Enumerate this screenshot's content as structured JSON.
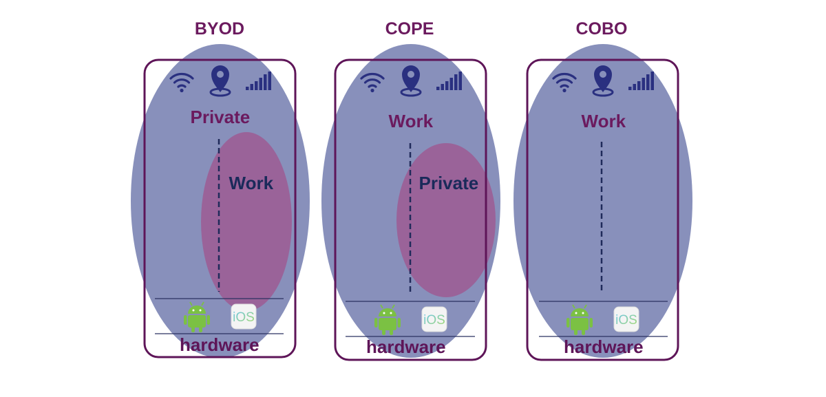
{
  "colors": {
    "outer_ellipse": "#8890bb",
    "inner_ellipse": "#9a6399",
    "frame": "#5e1558",
    "title": "#6b1a5e",
    "inner_label": "#1a2a5a",
    "icon": "#2a3080",
    "android": "#7bc143"
  },
  "panels": [
    {
      "title": "BYOD",
      "outer_label": "Private",
      "inner_label": "Work",
      "hardware_label": "hardware",
      "os_badge": "iOS",
      "icons": [
        "wifi-icon",
        "location-pin-icon",
        "signal-bars-icon",
        "android-icon",
        "ios-icon"
      ]
    },
    {
      "title": "COPE",
      "outer_label": "Work",
      "inner_label": "Private",
      "hardware_label": "hardware",
      "os_badge": "iOS",
      "icons": [
        "wifi-icon",
        "location-pin-icon",
        "signal-bars-icon",
        "android-icon",
        "ios-icon"
      ]
    },
    {
      "title": "COBO",
      "outer_label": "Work",
      "inner_label": "",
      "hardware_label": "hardware",
      "os_badge": "iOS",
      "icons": [
        "wifi-icon",
        "location-pin-icon",
        "signal-bars-icon",
        "android-icon",
        "ios-icon"
      ]
    }
  ]
}
